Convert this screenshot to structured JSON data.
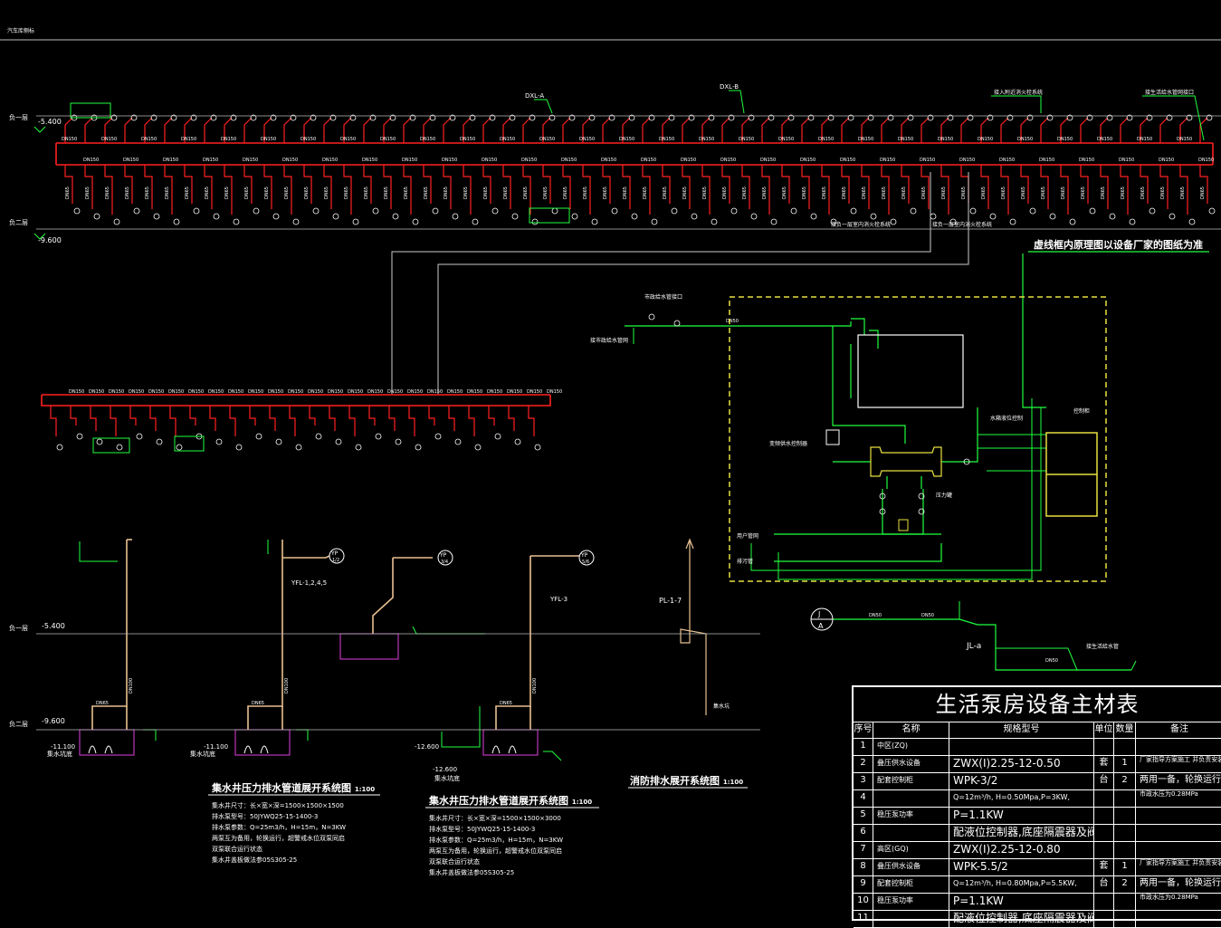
{
  "header": {
    "corner_label": "汽车库侧标"
  },
  "levels": {
    "l1_name": "负一层",
    "l1_elev": "-5.400",
    "l2_name": "负二层",
    "l2_elev": "-9.600",
    "pit_elev_1": "-11.100",
    "pit_elev_2": "-11.100",
    "pit_elev_3": "-12.600"
  },
  "risers": {
    "dxl_a": "DXL-A",
    "dxl_b": "DXL-B"
  },
  "pipe_labels": {
    "dn150": "DN150",
    "dn65": "DN65",
    "dn100": "DN100",
    "dn50": "DN50"
  },
  "notes": {
    "upper_right_1": "接入附近消火栓系统",
    "upper_right_2": "接生活给水管网接口",
    "lower_1": "接负一层室内消火栓系统",
    "lower_2": "接负一层室内消火栓系统",
    "highlight": "虚线框内原理图以设备厂家的图纸为准"
  },
  "pump_room": {
    "inlet_note": "市政给水管接口",
    "label_inlet": "接市政给水管网",
    "label_ctrl": "控制柜",
    "label_tank": "水箱液位控制",
    "label_sensor": "变频供水控制器",
    "label_pressure": "压力罐",
    "label_drain": "排污管",
    "label_user": "用户管网",
    "label_meter": "接生活给水管",
    "ja_top": "J",
    "ja_bot": "A",
    "jl_a": "JL-a"
  },
  "sump_sections": [
    {
      "name": "集水井压力排水管道展开系统图",
      "scale": "1:100",
      "lines": [
        "集水井尺寸：长×宽×深=1500×1500×1500",
        "排水泵型号：50JYWQ25-15-1400-3",
        "排水泵参数：Q=25m3/h，H=15m，N=3KW",
        "两泵互为备用，轮换运行，超警戒水位双泵同启",
        "双泵联合运行状态",
        "集水井盖板做法参05S305-25"
      ]
    },
    {
      "name": "集水井压力排水管道展开系统图",
      "scale": "1:100",
      "lines": [
        "集水井尺寸：长×宽×深=1500×1500×3000",
        "排水泵型号：50JYWQ25-15-1400-3",
        "排水泵参数：Q=25m3/h，H=15m，N=3KW",
        "两泵互为备用，轮换运行，超警戒水位双泵同启",
        "双泵联合运行状态",
        "集水井盖板做法参05S305-25"
      ]
    }
  ],
  "fire_drain": {
    "name": "消防排水展开系统图",
    "scale": "1:100",
    "pl": "PL-1-7",
    "sump": "集水坑"
  },
  "vent_tags": {
    "ylf": "YFL-1,2,4,5",
    "ylf3": "YFL-3",
    "yp": "YP",
    "yp_sub1": "1/2",
    "yp_sub2": "3/4",
    "yp_sub3": "5/6"
  },
  "sump_labels": {
    "pit": "集水坑底",
    "pit2": "集水坑底",
    "pit3": "集水坑底"
  },
  "table": {
    "title": "生活泵房设备主材表",
    "headers": [
      "序号",
      "名称",
      "规格型号",
      "单位",
      "数量",
      "备注"
    ],
    "rows": [
      {
        "no": "1",
        "name": "中区(ZQ)",
        "spec": "",
        "unit": "",
        "qty": "",
        "note": ""
      },
      {
        "no": "2",
        "name": "叠压供水设备",
        "spec": "ZWX(I)2.25-12-0.50",
        "unit": "套",
        "qty": "1",
        "note": "厂家指导方案施工 并负责安装调试"
      },
      {
        "no": "3",
        "name": "配套控制柜",
        "spec": "WPK-3/2",
        "unit": "台",
        "qty": "2",
        "note": "两用一备，轮换运行"
      },
      {
        "no": "4",
        "name": "",
        "spec": "Q=12m³/h, H=0.50Mpa,P=3KW,",
        "unit": "",
        "qty": "",
        "note": "市政水压为0.28MPa"
      },
      {
        "no": "5",
        "name": "稳压泵功率",
        "spec": "P=1.1KW",
        "unit": "",
        "qty": "",
        "note": ""
      },
      {
        "no": "6",
        "name": "",
        "spec": "配液位控制器,底座隔震器及阀门附件等",
        "unit": "",
        "qty": "",
        "note": ""
      },
      {
        "no": "7",
        "name": "高区(GQ)",
        "spec": "ZWX(I)2.25-12-0.80",
        "unit": "",
        "qty": "",
        "note": ""
      },
      {
        "no": "8",
        "name": "叠压供水设备",
        "spec": "WPK-5.5/2",
        "unit": "套",
        "qty": "1",
        "note": "厂家指导方案施工 并负责安装调试"
      },
      {
        "no": "9",
        "name": "配套控制柜",
        "spec": "Q=12m³/h, H=0.80Mpa,P=5.5KW,",
        "unit": "台",
        "qty": "2",
        "note": "两用一备，轮换运行"
      },
      {
        "no": "10",
        "name": "稳压泵功率",
        "spec": "P=1.1KW",
        "unit": "",
        "qty": "",
        "note": "市政水压为0.28MPa"
      },
      {
        "no": "11",
        "name": "",
        "spec": "配液位控制器,底座隔震器及阀门附件等",
        "unit": "",
        "qty": "",
        "note": ""
      }
    ]
  },
  "colors": {
    "pipe_red": "#ff2020",
    "pipe_green": "#20ff40",
    "pipe_white": "#e8e8e8",
    "pipe_tan": "#e8c090",
    "dashed_yellow": "#e8e040",
    "magenta": "#e040e0",
    "bg": "#000000"
  }
}
